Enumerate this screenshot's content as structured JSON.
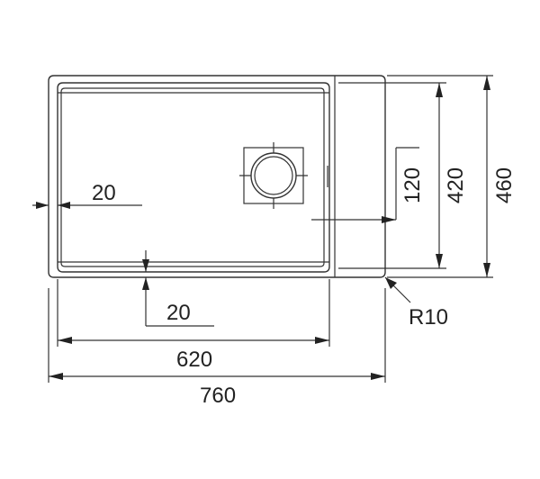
{
  "dimensions": {
    "overall_width": "760",
    "bowl_width": "620",
    "overall_height": "460",
    "bowl_height": "420",
    "drain_offset": "120",
    "side_margin": "20",
    "bottom_margin": "20",
    "corner_radius": "R10"
  },
  "colors": {
    "line": "#333333",
    "background": "#ffffff"
  }
}
